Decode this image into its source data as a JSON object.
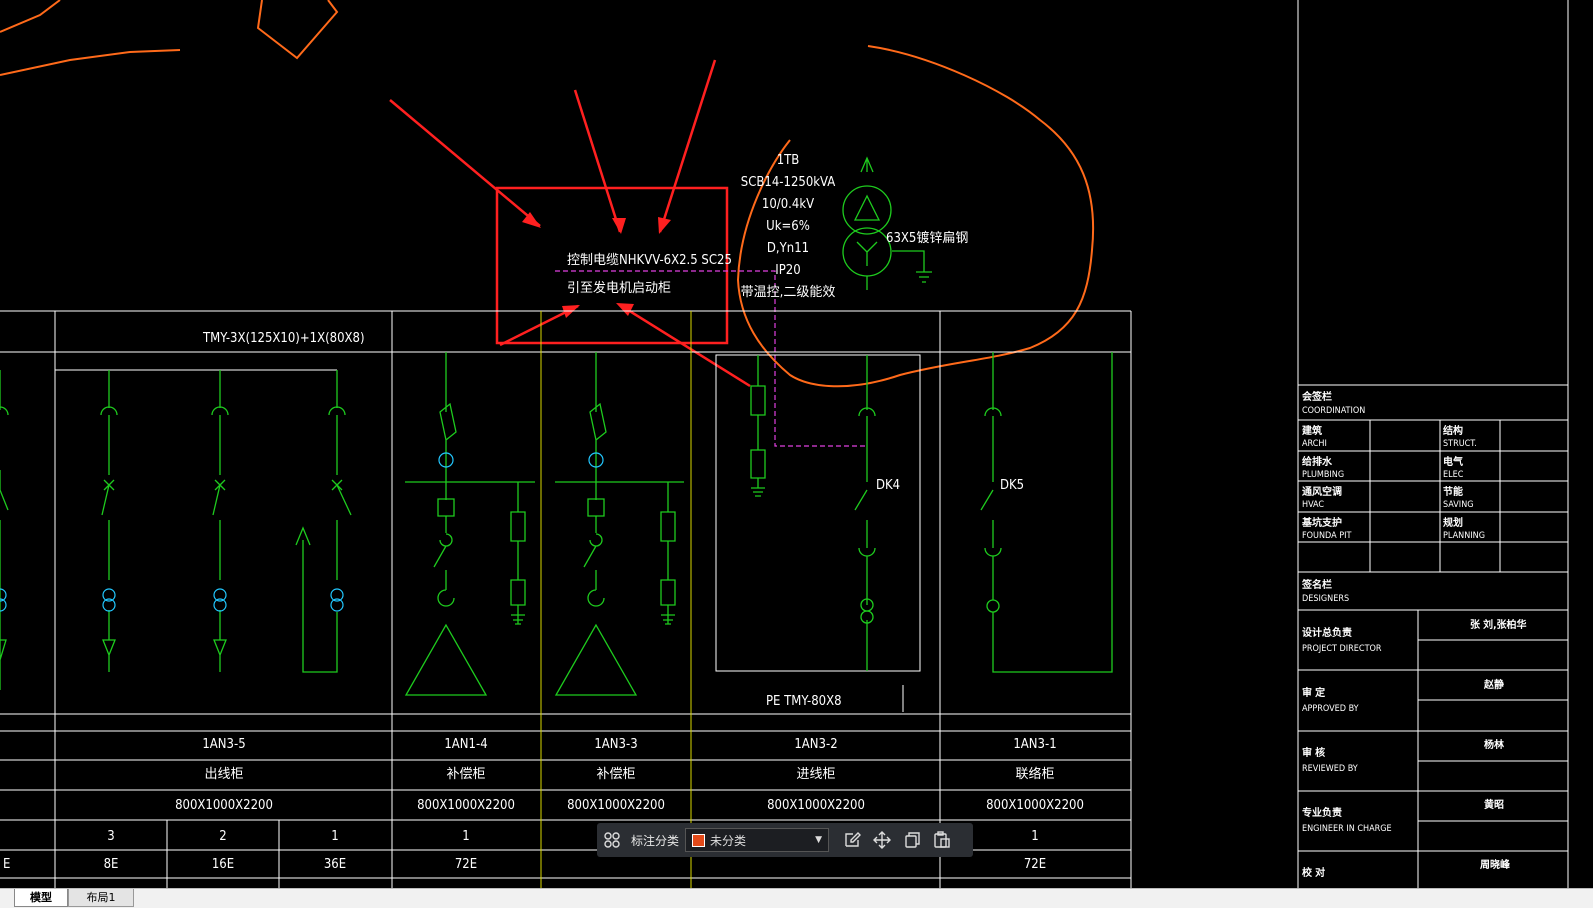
{
  "drawing": {
    "cable_note_1": "控制电缆NHKVV-6X2.5  SC25",
    "cable_note_2": "引至发电机启动柜",
    "busbar_main": "TMY-3X(125X10)+1X(80X8)",
    "pe_busbar": "PE   TMY-80X8",
    "transformer": {
      "name": "1TB",
      "model": "SCB14-1250kVA",
      "voltage": "10/0.4kV",
      "uk": "Uk=6%",
      "group": "D,Yn11",
      "ip": "IP20",
      "note": "带温控,二级能效",
      "ground": "63X5镀锌扁钢"
    },
    "switch_labels": [
      "DK4",
      "DK5"
    ],
    "panels": [
      {
        "id": "1AN3-5",
        "type": "出线柜",
        "size": "800X1000X2200"
      },
      {
        "id": "1AN1-4",
        "type": "补偿柜",
        "size": "800X1000X2200"
      },
      {
        "id": "1AN3-3",
        "type": "补偿柜",
        "size": "800X1000X2200"
      },
      {
        "id": "1AN3-2",
        "type": "进线柜",
        "size": "800X1000X2200"
      },
      {
        "id": "1AN3-1",
        "type": "联络柜",
        "size": "800X1000X2200"
      }
    ],
    "circuit_numbers": [
      "3",
      "2",
      "1",
      "1",
      "1",
      "1",
      "1"
    ],
    "circuit_codes": [
      "E",
      "8E",
      "16E",
      "36E",
      "72E",
      "72E"
    ]
  },
  "title_block": {
    "coordination": {
      "cn": "会签栏",
      "en": "COORDINATION"
    },
    "rows": [
      {
        "l_cn": "建筑",
        "l_en": "ARCHI",
        "r_cn": "结构",
        "r_en": "STRUCT."
      },
      {
        "l_cn": "给排水",
        "l_en": "PLUMBING",
        "r_cn": "电气",
        "r_en": "ELEC"
      },
      {
        "l_cn": "通风空调",
        "l_en": "HVAC",
        "r_cn": "节能",
        "r_en": "SAVING"
      },
      {
        "l_cn": "基坑支护",
        "l_en": "FOUNDA  PIT",
        "r_cn": "规划",
        "r_en": "PLANNING"
      }
    ],
    "designers": {
      "cn": "签名栏",
      "en": "DESIGNERS"
    },
    "roles": [
      {
        "cn": "设计总负责",
        "en": "PROJECT DIRECTOR",
        "name": "张 刘,张柏华"
      },
      {
        "cn": "审    定",
        "en": "APPROVED BY",
        "name": "赵静"
      },
      {
        "cn": "审    核",
        "en": "REVIEWED BY",
        "name": "杨林"
      },
      {
        "cn": "专业负责",
        "en": "ENGINEER IN CHARGE",
        "name": "黄昭"
      },
      {
        "cn": "校    对",
        "en": "",
        "name": "周晓峰"
      }
    ]
  },
  "toolbar": {
    "label": "标注分类",
    "selected": "未分类",
    "swatch_color": "#e24a1a"
  },
  "tabs": [
    "模型",
    "布局1"
  ]
}
